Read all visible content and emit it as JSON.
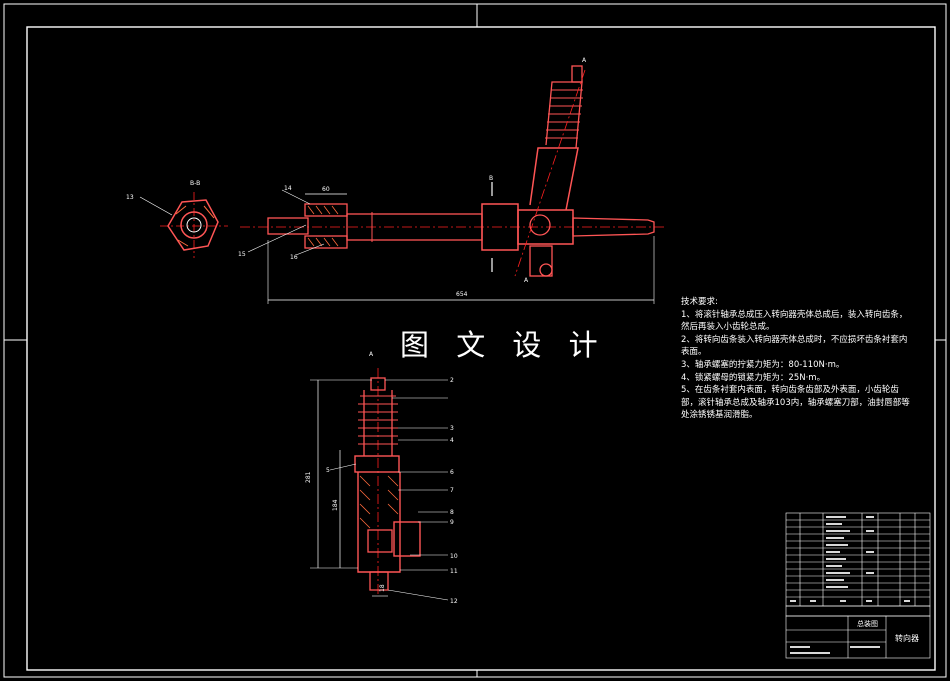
{
  "watermark": "图 文 设 计",
  "technical_requirements": {
    "heading": "技术要求:",
    "items": [
      "1、将滚针轴承总成压入转向器壳体总成后，装入转向齿条，然后再装入小齿轮总成。",
      "2、将转向齿条装入转向器壳体总成时，不应损坏齿条衬套内表面。",
      "3、轴承螺塞的拧紧力矩为：80-110N·m。",
      "4、锁紧螺母的锁紧力矩为：25N·m。",
      "5、在齿条衬套内表面，转向齿条齿部及外表面，小齿轮齿部，滚针轴承总成及轴承103内，轴承螺塞刀部，油封唇部等处涂锈锈基润滑脂。"
    ]
  },
  "part_numbers": [
    "2",
    "3",
    "4",
    "5",
    "6",
    "7",
    "8",
    "9",
    "10",
    "11",
    "12",
    "13",
    "14",
    "15",
    "16"
  ],
  "section_labels": [
    "A",
    "A",
    "A",
    "B-B",
    "B"
  ],
  "dimensions": {
    "overall_length": "654",
    "boot_length": "60",
    "vertical_total": "281",
    "vertical_partial": "184",
    "bottom_dim": "18"
  },
  "title_block": {
    "drawing_name": "转向器",
    "assembly_label": "总装图"
  },
  "colors": {
    "background": "#000000",
    "line": "#ffffff",
    "part": "#ff5555",
    "centerline": "#ff2020",
    "hatch": "#ff6a3d"
  }
}
